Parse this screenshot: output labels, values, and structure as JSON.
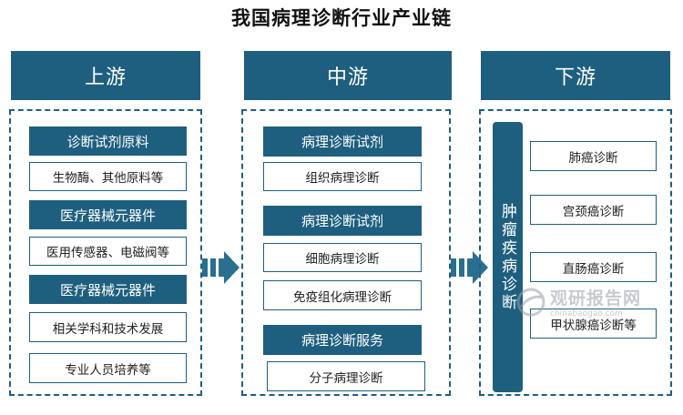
{
  "title": "我国病理诊断行业产业链",
  "columns": {
    "upstream": {
      "header": "上游",
      "items": [
        {
          "kind": "dark",
          "text": "诊断试剂原料"
        },
        {
          "kind": "light",
          "text": "生物酶、其他原料等"
        },
        {
          "kind": "dark",
          "text": "医疗器械元器件"
        },
        {
          "kind": "light",
          "text": "医用传感器、电磁阀等"
        },
        {
          "kind": "dark",
          "text": "医疗器械元器件"
        },
        {
          "kind": "light",
          "text": "相关学科和技术发展"
        },
        {
          "kind": "light",
          "text": "专业人员培养等"
        }
      ]
    },
    "midstream": {
      "header": "中游",
      "items": [
        {
          "kind": "dark",
          "text": "病理诊断试剂"
        },
        {
          "kind": "light",
          "text": "组织病理诊断"
        },
        {
          "kind": "dark",
          "text": "病理诊断试剂"
        },
        {
          "kind": "light",
          "text": "细胞病理诊断"
        },
        {
          "kind": "light",
          "text": "免疫组化病理诊断"
        },
        {
          "kind": "dark",
          "text": "病理诊断服务"
        },
        {
          "kind": "light",
          "text": "分子病理诊断"
        }
      ]
    },
    "downstream": {
      "header": "下游",
      "side_label": "肿瘤疾病诊断",
      "items": [
        {
          "kind": "light",
          "text": "肺癌诊断"
        },
        {
          "kind": "light",
          "text": "宫颈癌诊断"
        },
        {
          "kind": "light",
          "text": "直肠癌诊断"
        },
        {
          "kind": "light",
          "text": "甲状腺癌诊断等"
        }
      ]
    }
  },
  "watermark": {
    "cn": "观研报告网",
    "en": "chinabaogao.com"
  },
  "colors": {
    "primary": "#1e5f7f",
    "arrow": "#2a6f8f"
  }
}
